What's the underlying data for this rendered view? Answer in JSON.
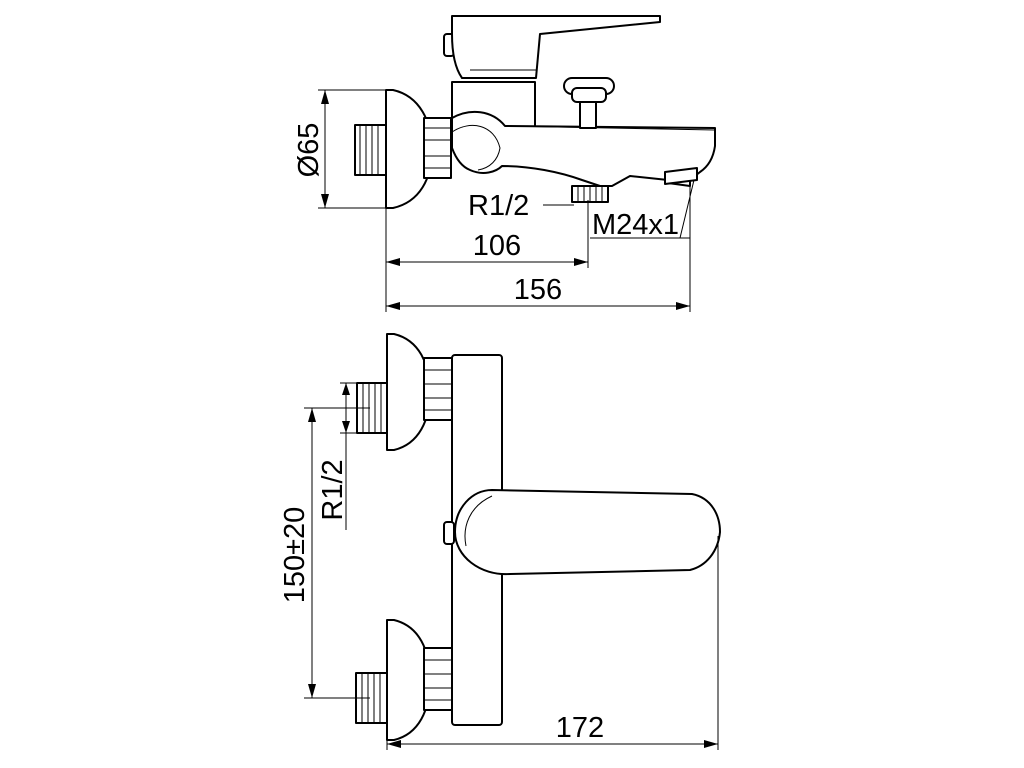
{
  "top_view": {
    "diameter": "Ø65",
    "inlet_thread": "R1/2",
    "aerator_thread": "M24x1",
    "length_to_outlet": "106",
    "overall_length": "156"
  },
  "front_view": {
    "centre_distance": "150±20",
    "inlet_thread": "R1/2",
    "overall_depth": "172"
  },
  "colors": {
    "line": "#000000",
    "background": "#ffffff"
  }
}
